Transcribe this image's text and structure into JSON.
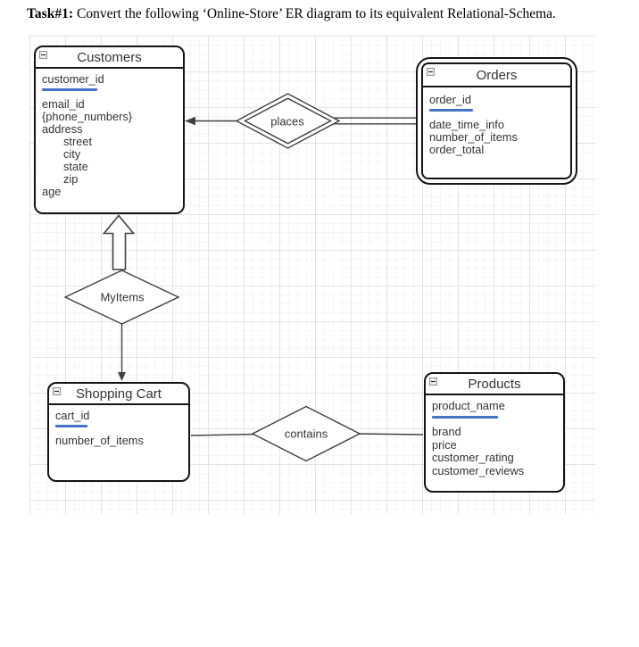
{
  "task": {
    "label": "Task#1:",
    "text": "Convert the following ‘Online-Store’ ER diagram to its equivalent Relational-Schema."
  },
  "colors": {
    "primary_key_underline": "#4472C4",
    "shape_border": "#141414",
    "connector": "#3F3F3F",
    "text": "#333333",
    "grid_minor": "#F5F5F5",
    "grid_major": "#E3E3E3"
  },
  "diagram": {
    "entities": {
      "customers": {
        "title": "Customers",
        "primary_key": "customer_id",
        "attributes": [
          "email_id",
          "{phone_numbers}",
          "address",
          "street",
          "city",
          "state",
          "zip",
          "age"
        ]
      },
      "orders": {
        "title": "Orders",
        "primary_key": "order_id",
        "attributes": [
          "date_time_info",
          "number_of_items",
          "order_total"
        ]
      },
      "shopping_cart": {
        "title": "Shopping Cart",
        "primary_key": "cart_id",
        "attributes": [
          "number_of_items"
        ]
      },
      "products": {
        "title": "Products",
        "primary_key": "product_name",
        "attributes": [
          "brand",
          "price",
          "customer_rating",
          "customer_reviews"
        ]
      }
    },
    "relationships": {
      "places": {
        "label": "places"
      },
      "myitems": {
        "label": "MyItems"
      },
      "contains": {
        "label": "contains"
      }
    },
    "icons": {
      "collapse": "collapse-minus-icon"
    }
  }
}
